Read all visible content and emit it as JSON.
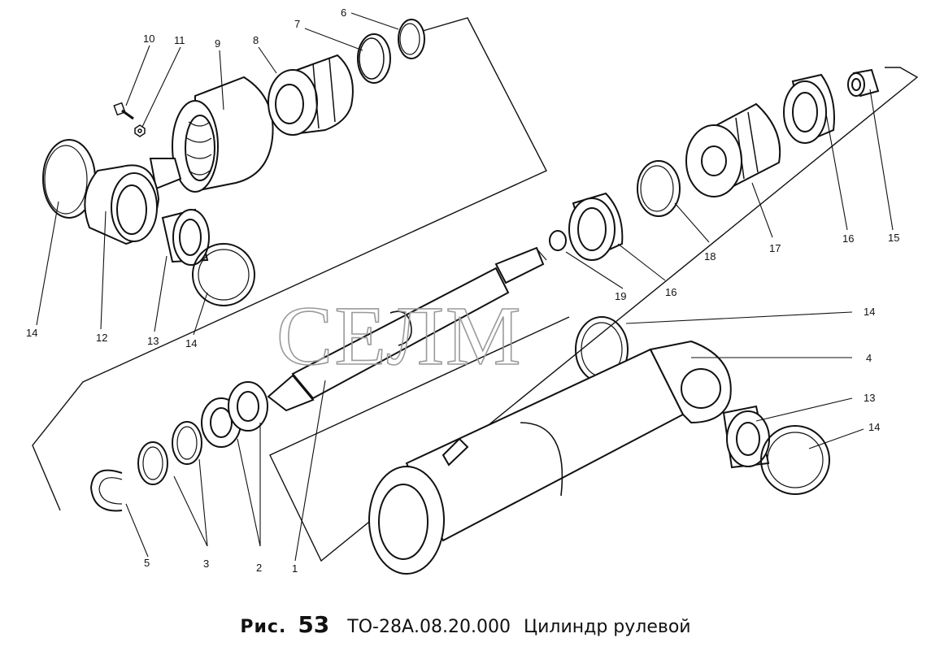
{
  "watermark": "СЕЛМ",
  "caption": {
    "figure_word": "Рис.",
    "figure_number": "53",
    "code": "ТО-28А.08.20.000",
    "title": "Цилиндр рулевой"
  },
  "callouts": {
    "c1": "1",
    "c2": "2",
    "c3": "3",
    "c4": "4",
    "c5": "5",
    "c6": "6",
    "c7": "7",
    "c8": "8",
    "c9": "9",
    "c10": "10",
    "c11": "11",
    "c12": "12",
    "c13a": "13",
    "c13b": "13",
    "c14a": "14",
    "c14b": "14",
    "c14c": "14",
    "c14d": "14",
    "c15": "15",
    "c16a": "16",
    "c16b": "16",
    "c17": "17",
    "c18": "18",
    "c19": "19"
  }
}
